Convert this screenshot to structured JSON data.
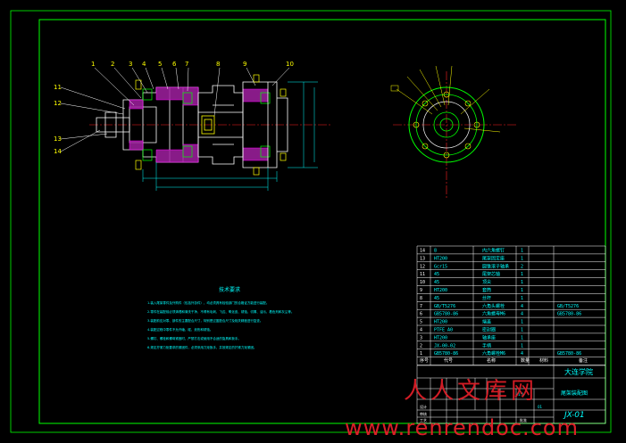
{
  "drawing": {
    "balloons": [
      "1",
      "2",
      "3",
      "4",
      "5",
      "6",
      "7",
      "8",
      "9",
      "10",
      "11",
      "12",
      "13",
      "14"
    ],
    "tech_title": "技术要求",
    "tech_notes": [
      "1.装入尾架零件及外购件（包括外协件），均必须具有检验部门的合格证方能进行装配。",
      "2.零件在装配前必须清理和清洗干净，不得有毛刺、飞边、氧化皮、锈蚀、切屑、油污、着色剂和灰尘等。",
      "3.装配前应对零、部件的主要配合尺寸，特别是过盈配合尺寸及相关精度进行复查。",
      "4.装配过程中零件不允许磕、碰、划伤和锈蚀。",
      "5.螺钉、螺栓和螺母紧固时，严禁打击或使用不合适的旋具和扳手。",
      "6.规定拧紧力矩要求的紧固件，必须采用力矩扳手，并按规定的拧紧力矩紧固。"
    ]
  },
  "bom": [
    {
      "no": "14",
      "code": "8",
      "name": "内六角螺钉",
      "qty": "1",
      "std": ""
    },
    {
      "no": "13",
      "code": "HT200",
      "name": "尾架固定座",
      "qty": "1",
      "std": ""
    },
    {
      "no": "12",
      "code": "Gcr15",
      "name": "圆锥滚子轴承",
      "qty": "2",
      "std": ""
    },
    {
      "no": "11",
      "code": "45",
      "name": "尾架芯轴",
      "qty": "1",
      "std": ""
    },
    {
      "no": "10",
      "code": "45",
      "name": "顶尖",
      "qty": "1",
      "std": ""
    },
    {
      "no": "9",
      "code": "HT200",
      "name": "套筒",
      "qty": "1",
      "std": ""
    },
    {
      "no": "8",
      "code": "45",
      "name": "丝杆",
      "qty": "1",
      "std": ""
    },
    {
      "no": "7",
      "code": "GB/T5276",
      "name": "六角头螺栓",
      "qty": "4",
      "std": "GB/T5276"
    },
    {
      "no": "6",
      "code": "GB5780-86",
      "name": "六角螺母M6",
      "qty": "4",
      "std": "GB5780-86"
    },
    {
      "no": "5",
      "code": "HT200",
      "name": "端盖",
      "qty": "1",
      "std": ""
    },
    {
      "no": "4",
      "code": "PTFE A0",
      "name": "密封圈",
      "qty": "1",
      "std": ""
    },
    {
      "no": "3",
      "code": "HT200",
      "name": "轴承座",
      "qty": "1",
      "std": ""
    },
    {
      "no": "2",
      "code": "JX-00-02",
      "name": "手柄",
      "qty": "1",
      "std": ""
    },
    {
      "no": "1",
      "code": "GB5780-86",
      "name": "六角螺栓M6",
      "qty": "4",
      "std": "GB5780-86"
    }
  ],
  "bom_header": {
    "no": "序号",
    "code": "代号",
    "name": "名称",
    "qty": "数量",
    "material": "材料",
    "std": "备注"
  },
  "title_block": {
    "school": "大连学院",
    "drawing_name": "尾架装配图",
    "drawing_no": "JX-01",
    "scale": "1:1",
    "sheet": "01",
    "designer_label": "设计",
    "checker_label": "审核",
    "craft_label": "工艺",
    "approve_label": "批准"
  },
  "watermark": {
    "cn": "人人文库网",
    "url": "www.renrendoc.com"
  },
  "colors": {
    "frame": "#00ff00",
    "section": "#ffffff",
    "hatch": "#ff00ff",
    "dimension": "#00ffff",
    "center": "#ff2020",
    "balloon": "#ffff00",
    "table": "#ffffff",
    "watermark": "#e8202a"
  }
}
